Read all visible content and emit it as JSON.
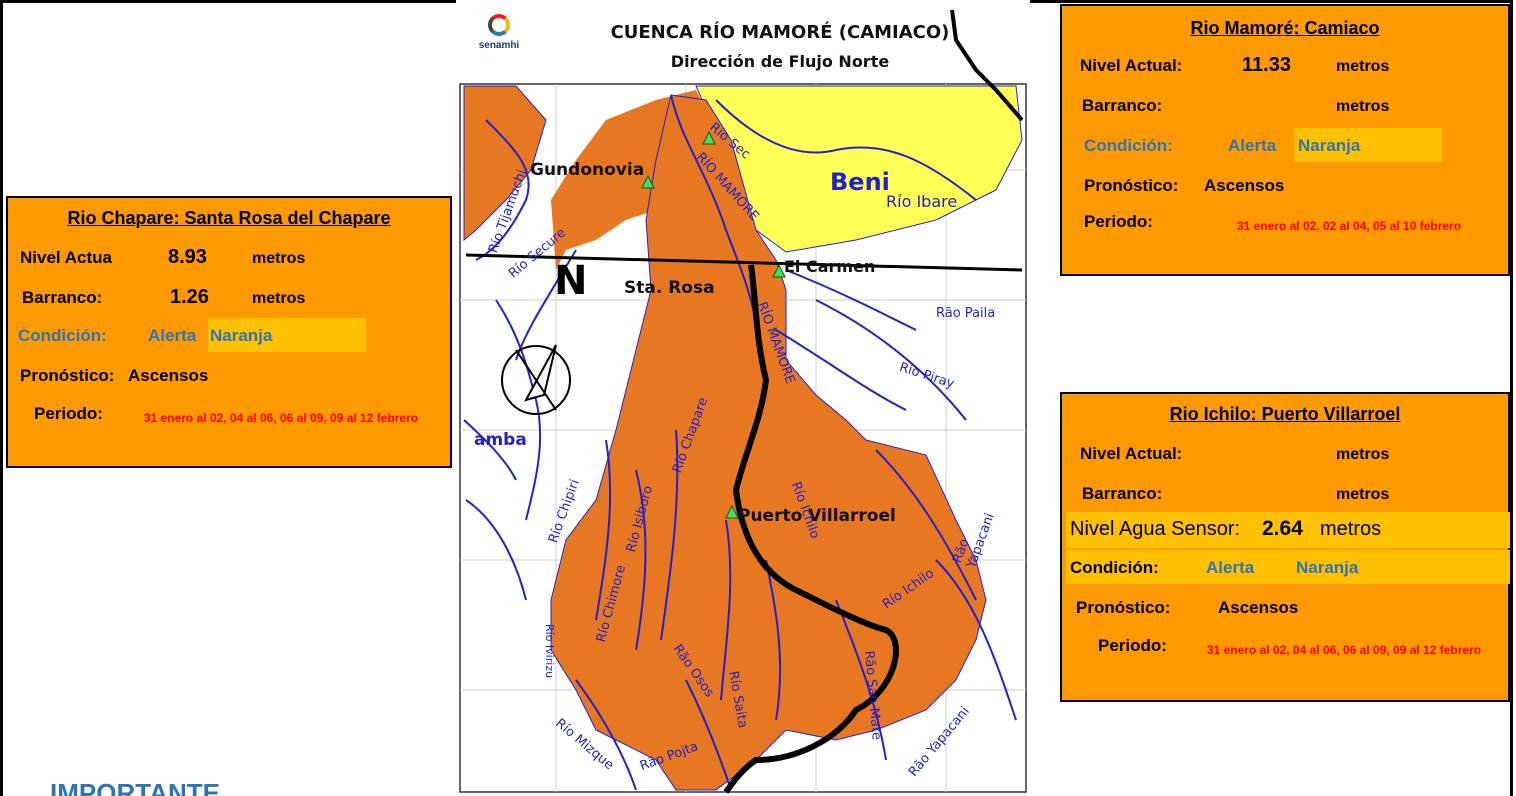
{
  "map": {
    "title": "CUENCA RÍO MAMORÉ (CAMIACO)",
    "subtitle": "Dirección de Flujo Norte",
    "logo_text": "senamhi",
    "north_label": "N",
    "region_label": "Beni",
    "labels": {
      "gundonovia": "Gundonovia",
      "el_carmen": "El Carmen",
      "sta_rosa": "Sta. Rosa",
      "puerto_villarroel": "Puerto Villarroel",
      "rio_ibare": "Río Ibare",
      "rio_mamore_upper": "RÍO MAMORE",
      "rio_mamore_lower": "RÍO MAMORE",
      "rio_secure": "Río Secure",
      "rio_tijamuchi": "Río Tijamuchi",
      "rio_paila": "Rão Paila",
      "rio_piray": "Río Piray",
      "rio_yapacani": "Rão Yapacani",
      "rio_ichilo": "Río Ichilo",
      "rio_chimore": "Río Chimore",
      "rio_chipiri": "Río Chipiri",
      "rio_osos": "Rão Osos",
      "rio_mizque": "Río Mizque",
      "rio_san_mateo": "Rão San Mate",
      "rio_saita": "Río Saita",
      "rio_chapare": "Río Chapare",
      "rio_isiboro": "Río Isiboro",
      "rio_yapacani_lower": "Rão Yapacani",
      "cbba": "amba",
      "rio_pojo": "Rão Pojta",
      "rio_ivirizu": "Río Ivirizu",
      "rio_ichilo_side": "Río Ichilo",
      "rio_secundario": "Rio Sec"
    },
    "colors": {
      "basin": "#e87722",
      "beni": "#ffff55",
      "river": "#2222cc",
      "route": "#000000"
    }
  },
  "panels": {
    "chapare": {
      "title": "Rio Chapare: Santa Rosa del Chapare",
      "nivel_label": "Nivel Actua",
      "nivel_value": "8.93",
      "nivel_unit": "metros",
      "barranco_label": "Barranco:",
      "barranco_value": "1.26",
      "barranco_unit": "metros",
      "condicion_label": "Condición:",
      "condicion_alerta": "Alerta",
      "condicion_color": "Naranja",
      "pronostico_label": "Pronóstico:",
      "pronostico_value": "Ascensos",
      "periodo_label": "Periodo:",
      "periodo_value": "31 enero al 02, 04 al 06, 06 al 09, 09 al 12 febrero"
    },
    "mamore": {
      "title": "Rio Mamoré: Camiaco",
      "nivel_label": "Nivel Actual:",
      "nivel_value": "11.33",
      "nivel_unit": "metros",
      "barranco_label": "Barranco:",
      "barranco_unit": "metros",
      "condicion_label": "Condición:",
      "condicion_alerta": "Alerta",
      "condicion_color": "Naranja",
      "pronostico_label": "Pronóstico:",
      "pronostico_value": "Ascensos",
      "periodo_label": "Periodo:",
      "periodo_value": "31 enero al 02, 02 al 04, 05 al 10 febrero"
    },
    "ichilo": {
      "title": "Rio Ichilo: Puerto Villarroel",
      "nivel_label": "Nivel Actual:",
      "nivel_unit": "metros",
      "barranco_label": "Barranco:",
      "barranco_unit": "metros",
      "sensor_label": "Nivel Agua Sensor:",
      "sensor_value": "2.64",
      "sensor_unit": "metros",
      "condicion_label": "Condición:",
      "condicion_alerta": "Alerta",
      "condicion_color": "Naranja",
      "pronostico_label": "Pronóstico:",
      "pronostico_value": "Ascensos",
      "periodo_label": "Periodo:",
      "periodo_value": "31 enero al 02, 04 al 06, 06 al 09, 09 al 12 febrero"
    }
  },
  "footer": {
    "importante": "IMPORTANTE"
  }
}
